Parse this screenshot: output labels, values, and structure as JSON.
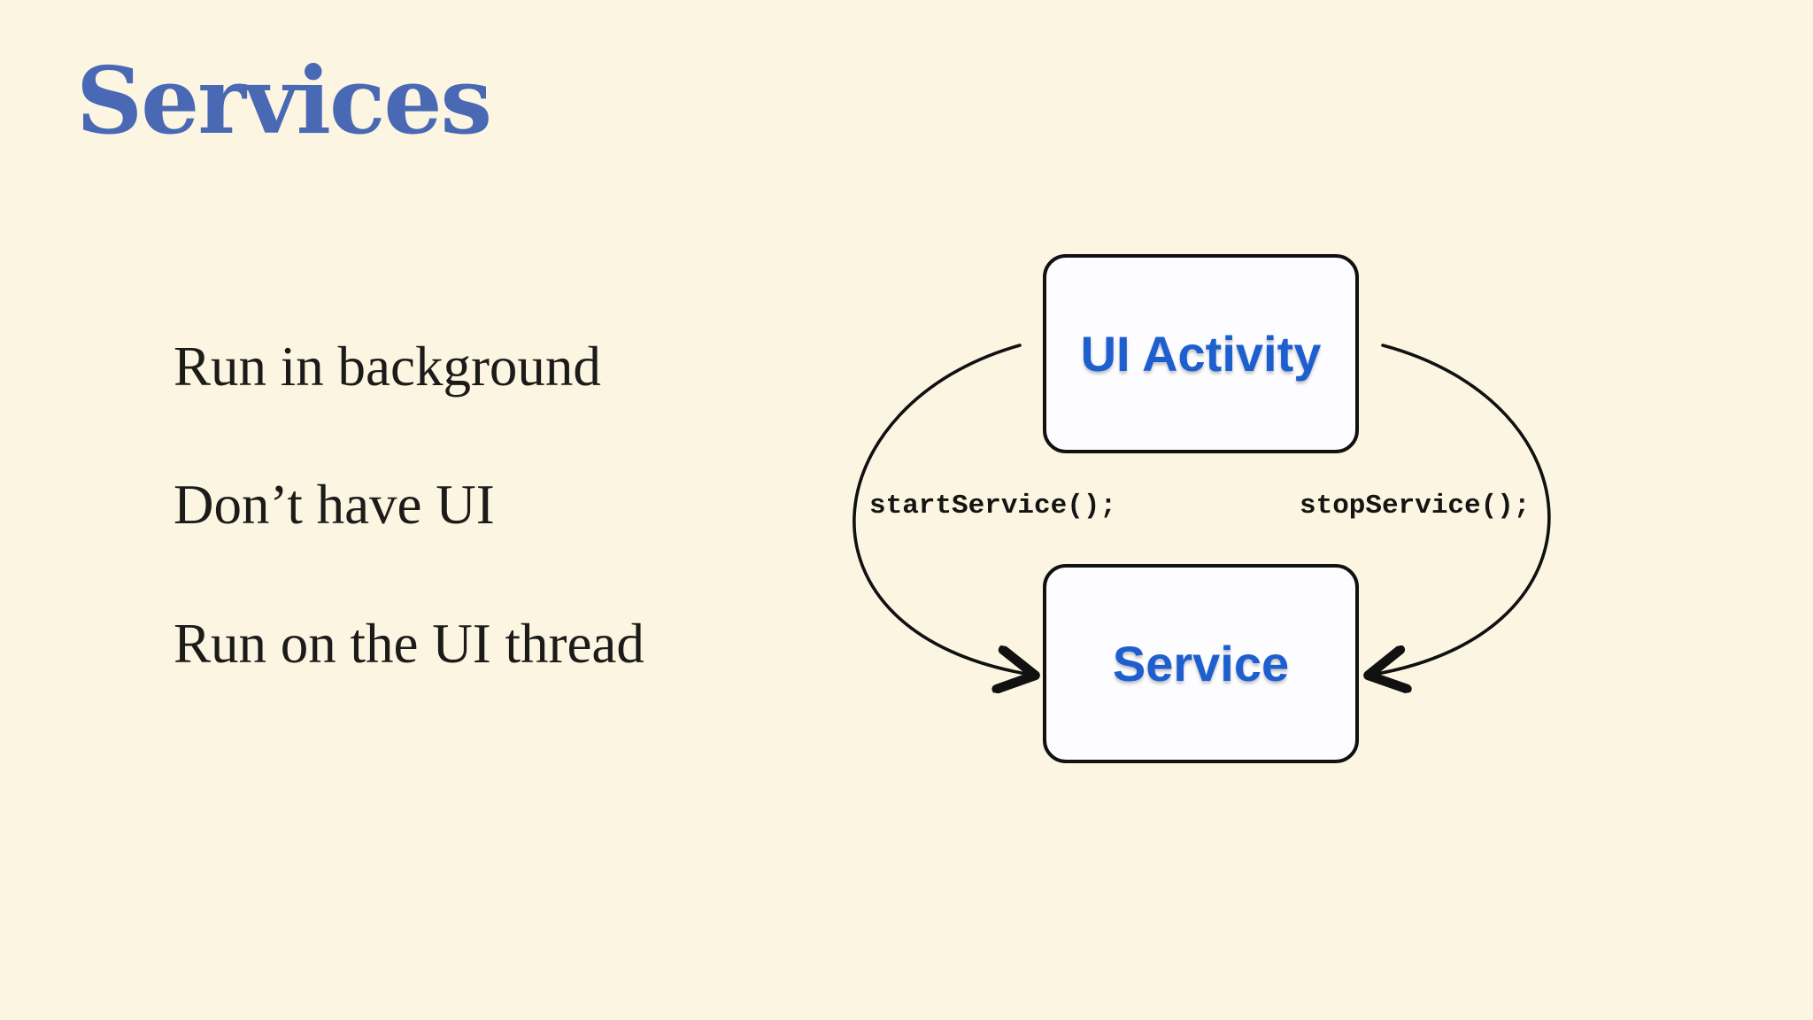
{
  "slide": {
    "title": "Services",
    "bullets": [
      "Run in background",
      "Don’t have UI",
      "Run on the UI thread"
    ]
  },
  "diagram": {
    "nodes": {
      "top": "UI Activity",
      "bottom": "Service"
    },
    "edges": {
      "left_label": "startService();",
      "right_label": "stopService();"
    }
  },
  "colors": {
    "background": "#FCF5E1",
    "title_text": "#4A69B4",
    "node_text": "#1E5FD0",
    "body_text": "#1C1B19",
    "diagram_stroke": "#111111",
    "node_fill": "#FDFDFF"
  }
}
